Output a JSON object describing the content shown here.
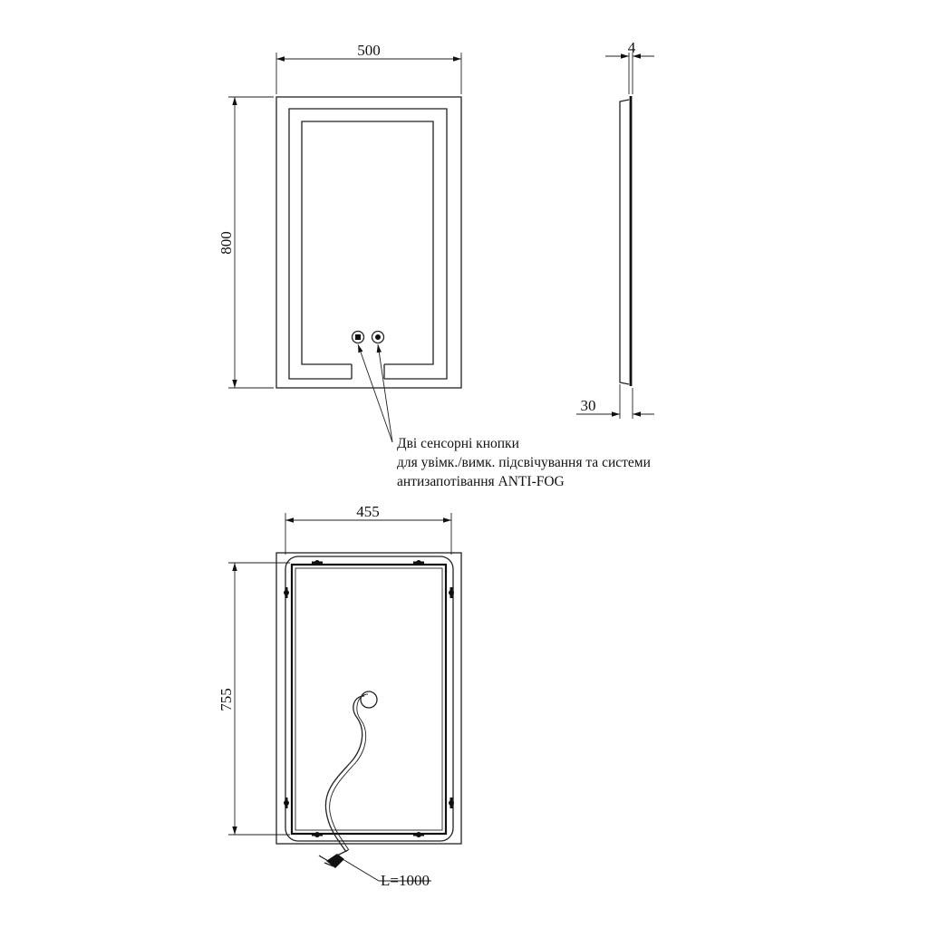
{
  "dimensions": {
    "front_width": "500",
    "front_height": "800",
    "side_depth_top": "4",
    "side_depth_bottom": "30",
    "rear_width": "455",
    "rear_height": "755",
    "cable_length": "L=1000"
  },
  "note": {
    "line1": "Дві сенсорні кнопки",
    "line2": "для увімк./вимк. підсвічування та системи",
    "line3": "антизапотівання ANTI-FOG"
  },
  "colors": {
    "line": "#222222",
    "background": "#ffffff"
  }
}
